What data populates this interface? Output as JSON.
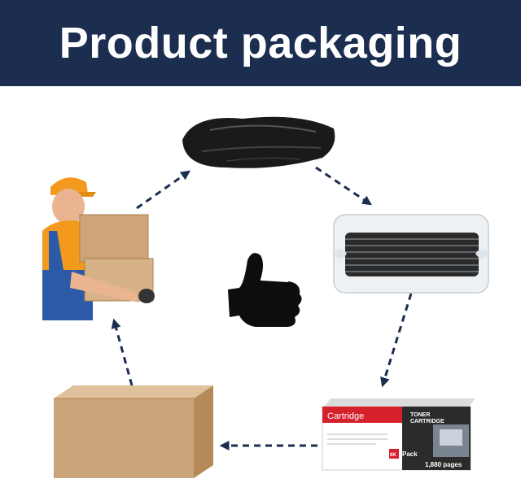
{
  "header": {
    "title": "Product packaging"
  },
  "cartridge_box": {
    "brand": "Cartridge",
    "type_line1": "TONER",
    "type_line2": "CARTRIDGE",
    "pack_badge": "6K",
    "pack_label": "Pack",
    "pages": "1,880 pages"
  },
  "colors": {
    "header_bg": "#1b2e4f",
    "header_text": "#ffffff",
    "arrow": "#1b2e4f",
    "cardboard": "#c9a47a",
    "accent_red": "#d6202b"
  },
  "icons": [
    "delivery-worker-illustration",
    "black-bag-icon",
    "air-column-bag-icon",
    "thumbs-up-icon",
    "toner-box-icon",
    "cardboard-box-icon"
  ]
}
